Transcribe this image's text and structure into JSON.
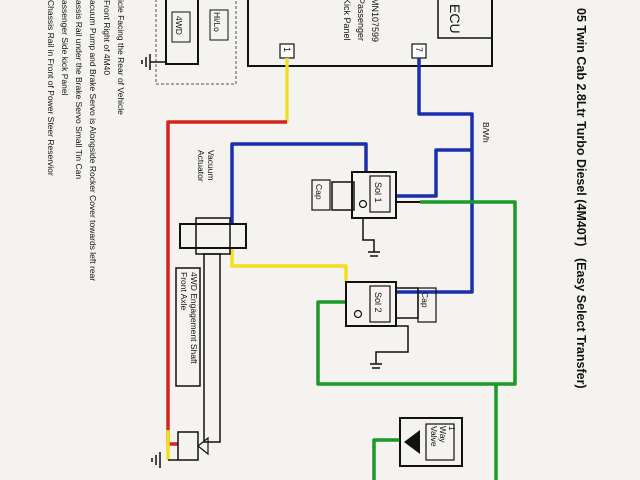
{
  "title": "05 Twin Cab 2.8Ltr Turbo Diesel (4M40T)",
  "title_suffix": "(Easy Select Transfer)",
  "ecu": {
    "label": "ECU",
    "part_no": "MN107599",
    "location_1": "Passenger",
    "location_2": "Kick Panel",
    "pin_left": "1",
    "pin_right": "7"
  },
  "wire_label": "B/Wh",
  "switches": {
    "four_wd": "4WD",
    "hi_lo": "Hi/Lo"
  },
  "solenoids": [
    {
      "label": "Sol 1",
      "cap": "Cap"
    },
    {
      "label": "Sol 2",
      "cap": "Cap"
    }
  ],
  "actuator": {
    "line1": "Vacuum",
    "line2": "Actuator"
  },
  "shaft": {
    "line1": "4WD Engagement Shaft",
    "line2": "Front Axle"
  },
  "valve": {
    "line1": "1",
    "line2": "Way",
    "line3": "Valve"
  },
  "notes": [
    "icle Facing the Rear of Vehicle",
    "Front Right of 4M40",
    "acuum Pump and Brake Servo is Alongside Rocker Cover towards left rear",
    "assis Rail under the Brake Servo Small Tin Can",
    "assenger Side kick Panel",
    "Chassis Rail in Front of Power Steer Reservior"
  ],
  "colors": {
    "blue": "#1a2fb0",
    "yellow": "#f2e01c",
    "red": "#d8231c",
    "green": "#1a9a28",
    "black": "#111111"
  }
}
